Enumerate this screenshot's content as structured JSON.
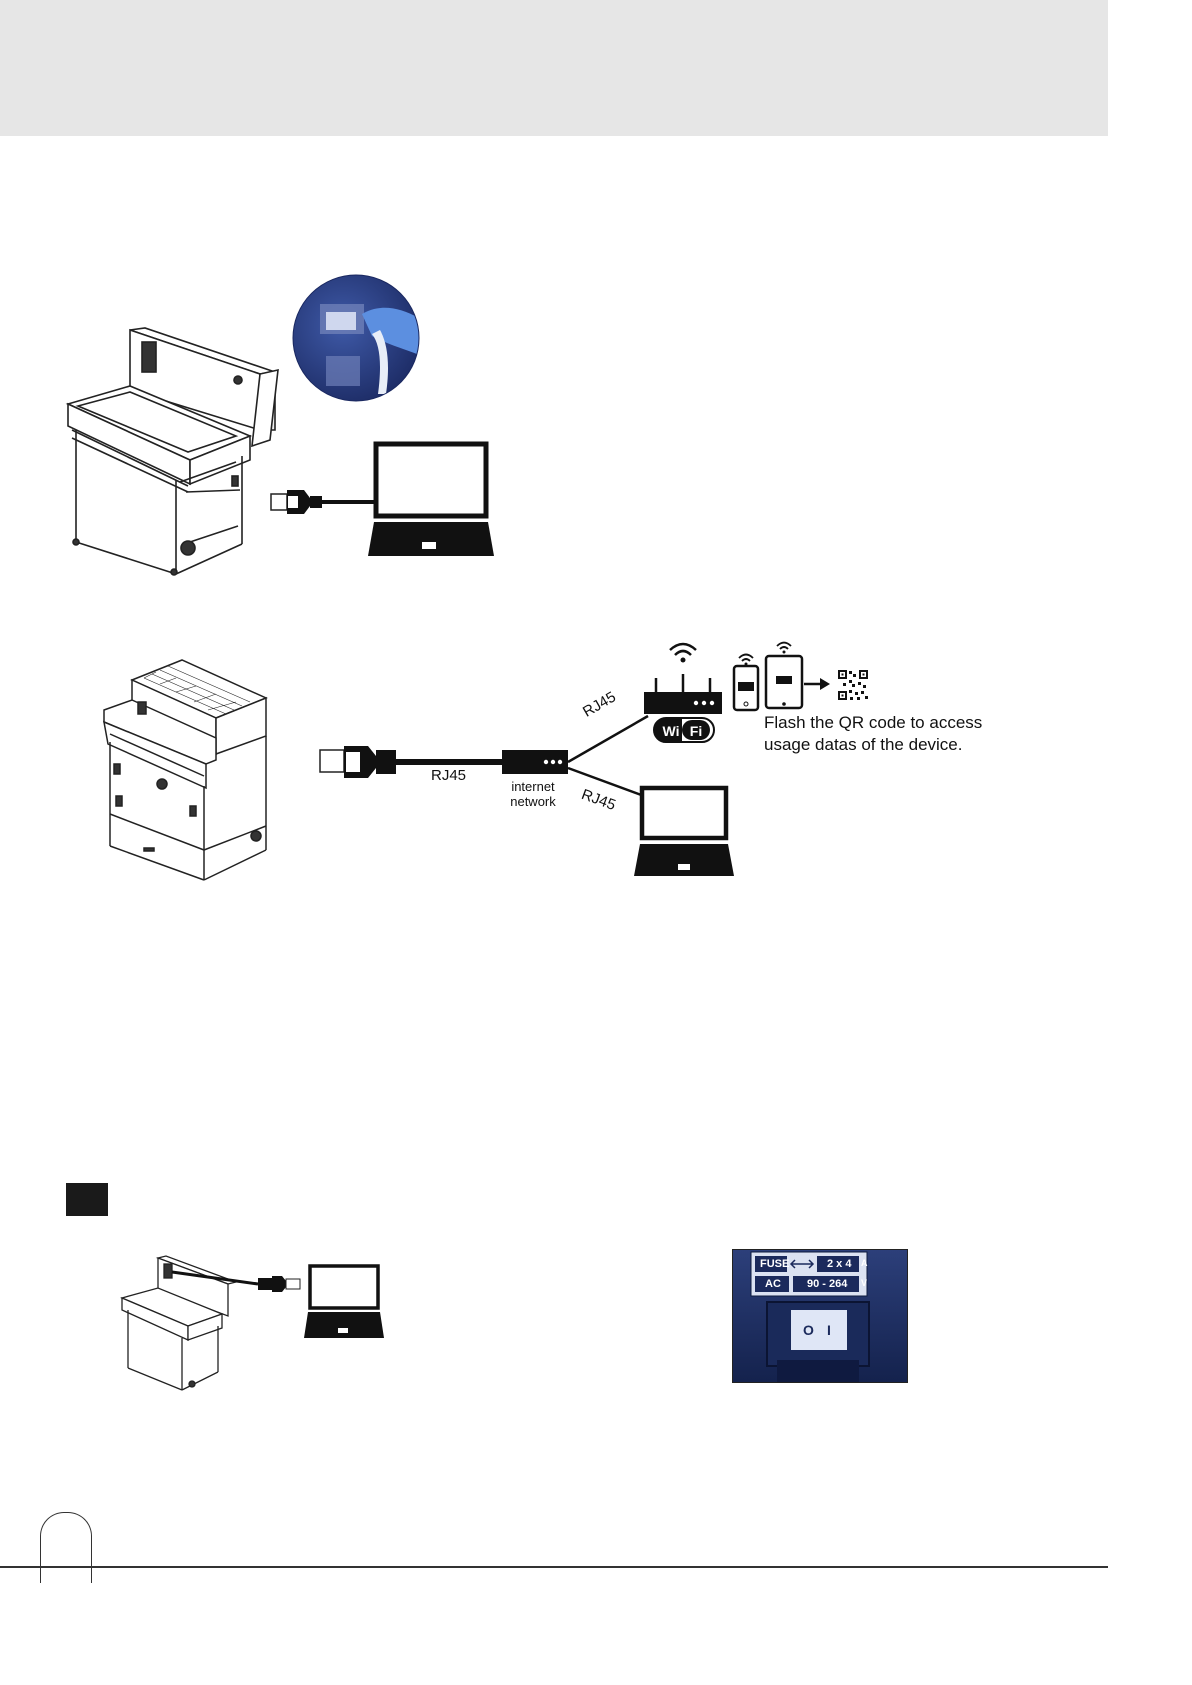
{
  "figure_top": {
    "cable_label": "",
    "photo": "hand-plugging-rj45-cable-photo"
  },
  "figure_network": {
    "rj45_cable_label": "RJ45",
    "rj45_router_label": "RJ45",
    "rj45_laptop_label": "RJ45",
    "network_box_label": "internet network",
    "wifi_logo_left": "Wi",
    "wifi_logo_right": "Fi",
    "qr_caption": "Flash the QR code to access usage datas of the device."
  },
  "figure_bottom": {
    "fuse_label": "FUSE",
    "fuse_value": "2 x 4",
    "ac_label": "AC",
    "ac_value": "90 - 264",
    "switch_off": "O",
    "switch_on": "I",
    "amp_unit": "A",
    "volt_unit": "V"
  },
  "colors": {
    "header_band": "#e6e6e6",
    "photo_blue": "#1c2f66",
    "ink": "#111111"
  }
}
